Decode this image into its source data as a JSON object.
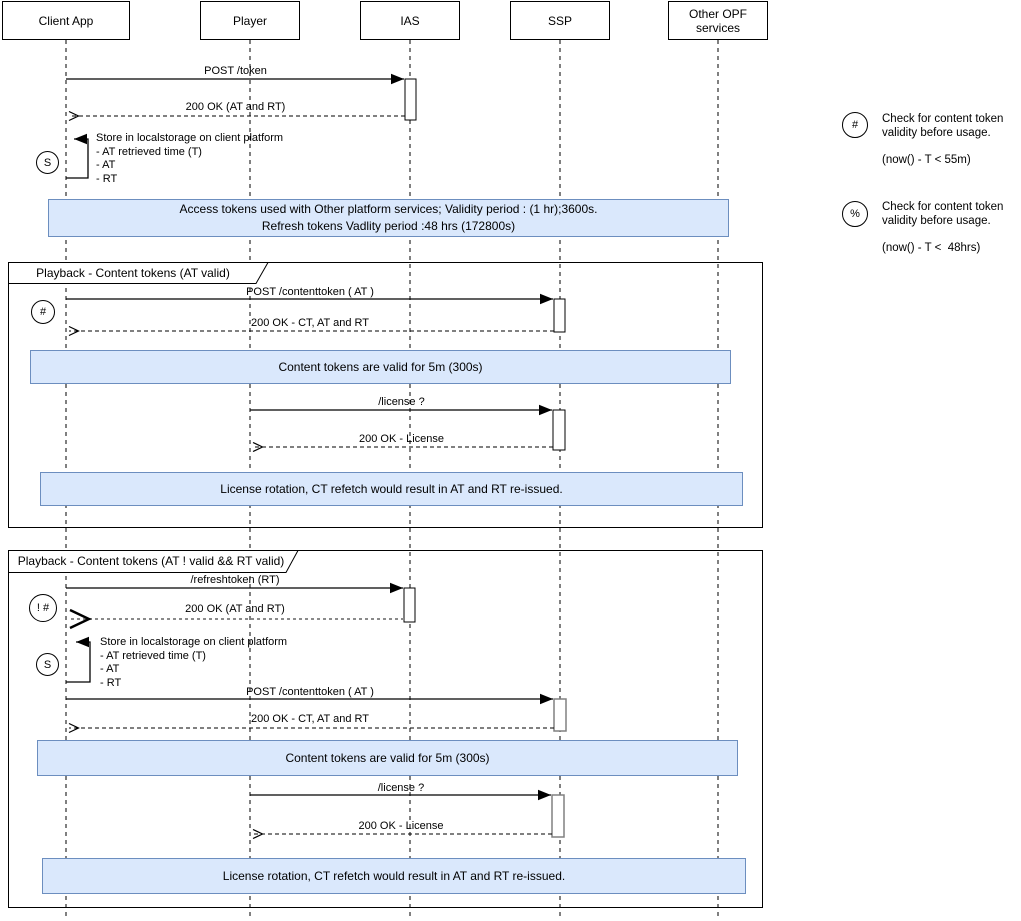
{
  "actors": [
    "Client App",
    "Player",
    "IAS",
    "SSP",
    "Other OPF services"
  ],
  "frames": {
    "frame1_title": "Playback - Content tokens (AT valid)",
    "frame2_title": "Playback - Content tokens (AT ! valid && RT valid)"
  },
  "messages": {
    "post_token": "POST /token",
    "ok_at_rt": "200 OK (AT and RT)",
    "post_contenttoken": "POST /contenttoken ( AT )",
    "ok_ct_at_rt": "200 OK - CT, AT and RT",
    "license_req": "/license ?",
    "ok_license": "200 OK - License",
    "refresh_token": "/refreshtoken (RT)"
  },
  "store_block": {
    "title": "Store in localstorage on client platform",
    "item1": "- AT retrieved time (T)",
    "item2": "- AT",
    "item3": "- RT"
  },
  "notes": {
    "access_tokens_line1": "Access tokens used with Other platform services; Validity period : (1 hr);3600s.",
    "access_tokens_line2": "Refresh tokens Vadlity period :48 hrs (172800s)",
    "content_tokens_valid": "Content tokens are valid for 5m (300s)",
    "license_rotation": "License rotation, CT refetch would result in AT and RT re-issued."
  },
  "badges": {
    "store": "S",
    "hash": "#",
    "not_hash": "! #",
    "percent": "%"
  },
  "legend": {
    "hash_text": "Check for content token validity before usage.",
    "hash_formula": "(now() - T < 55m)",
    "percent_text": "Check for content token validity before usage.",
    "percent_formula": "(now() - T <  48hrs)"
  },
  "colors": {
    "note_fill": "#dae8fc",
    "note_border": "#6c8ebf"
  }
}
